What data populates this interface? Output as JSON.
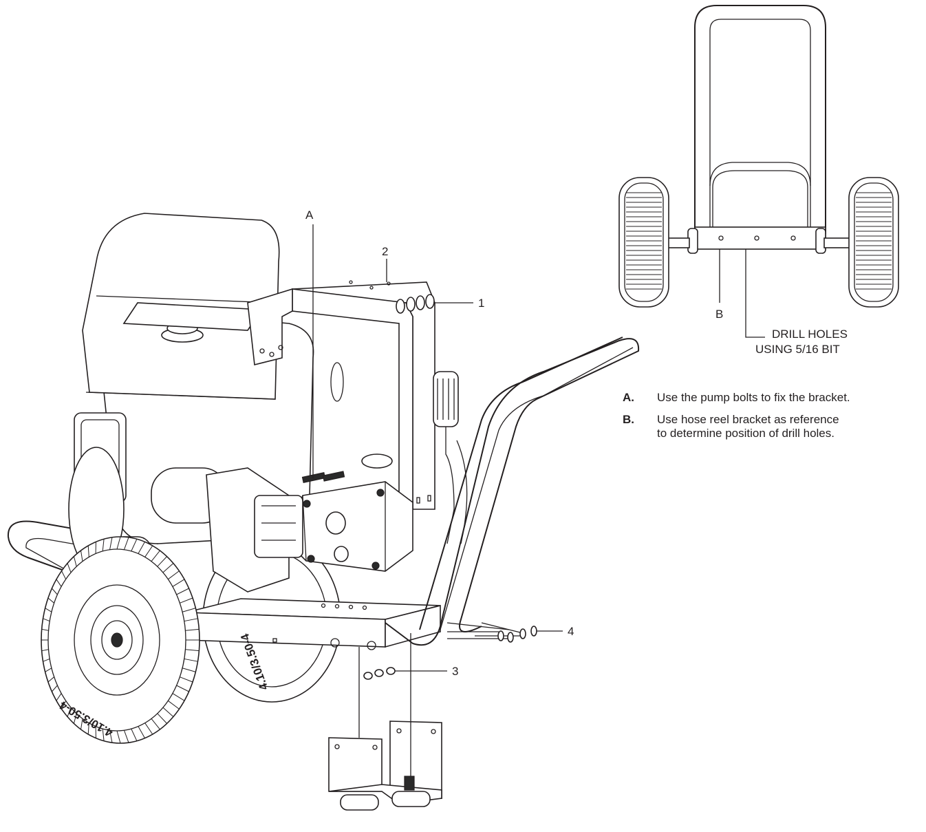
{
  "callouts": {
    "a": "A",
    "two": "2",
    "one": "1",
    "four": "4",
    "three": "3",
    "b": "B"
  },
  "drill_note": {
    "line1": "DRILL HOLES",
    "line2": "USING 5/16 BIT"
  },
  "tire_marking": "4.10/3.50-4",
  "notes": [
    {
      "key": "A.",
      "line1": "Use the pump bolts to fix the bracket.",
      "line2": ""
    },
    {
      "key": "B.",
      "line1": "Use hose reel bracket as reference",
      "line2": "to determine position of drill holes."
    }
  ]
}
